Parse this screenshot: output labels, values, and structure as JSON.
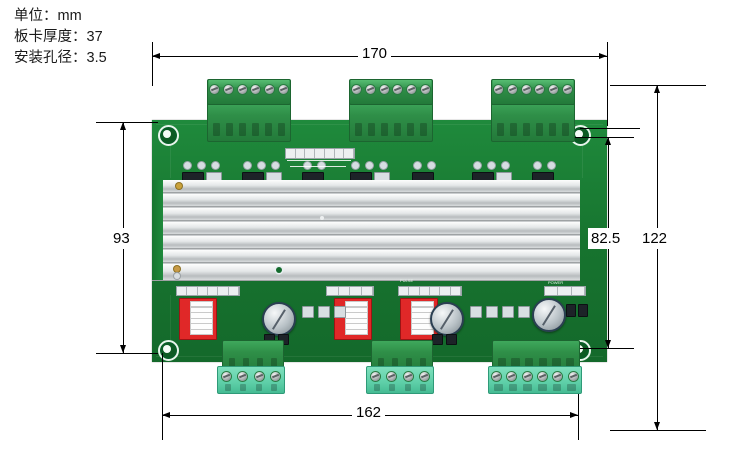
{
  "notes": {
    "unit_line": "单位：mm",
    "thickness_line": "板卡厚度：37",
    "hole_line": "安装孔径：3.5"
  },
  "dimensions": {
    "top_width": "170",
    "bottom_width": "162",
    "left_height": "93",
    "right_inner_height": "82.5",
    "right_outer_height": "122"
  },
  "board": {
    "name": "pcb-motor-driver-board",
    "solder_mask_color": "#1f8a3c",
    "heatsink_color": "#c9ccce",
    "dip_switch_color": "#e02828",
    "terminal_block_color": "#2f8f48"
  },
  "components": {
    "top_terminal_blocks": 3,
    "bottom_terminal_blocks": 3,
    "dip_switches": 3,
    "potentiometers": 3,
    "mounting_holes": 4,
    "heatsink_fins": 7
  }
}
